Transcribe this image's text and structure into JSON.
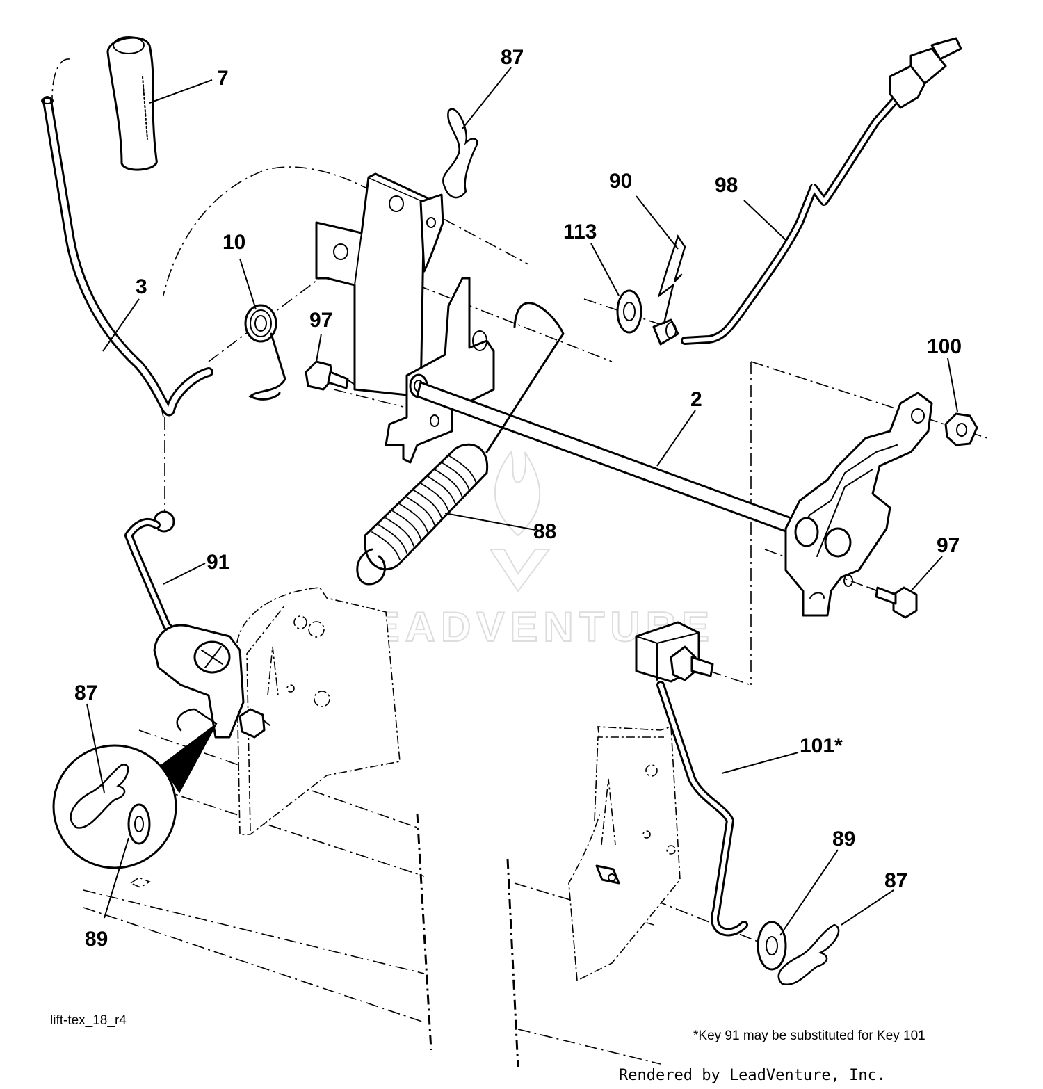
{
  "callouts": {
    "c7": "7",
    "c87_top": "87",
    "c90": "90",
    "c98": "98",
    "c113": "113",
    "c10": "10",
    "c3": "3",
    "c97_left": "97",
    "c100": "100",
    "c2": "2",
    "c88": "88",
    "c97_right": "97",
    "c91": "91",
    "c87_left": "87",
    "c89_left": "89",
    "c101": "101*",
    "c89_right": "89",
    "c87_right": "87"
  },
  "drawing_ref": "lift-tex_18_r4",
  "footnote": "*Key 91 may be substituted for Key 101",
  "credit": "Rendered by LeadVenture, Inc.",
  "watermark": "LEADVENTURE"
}
